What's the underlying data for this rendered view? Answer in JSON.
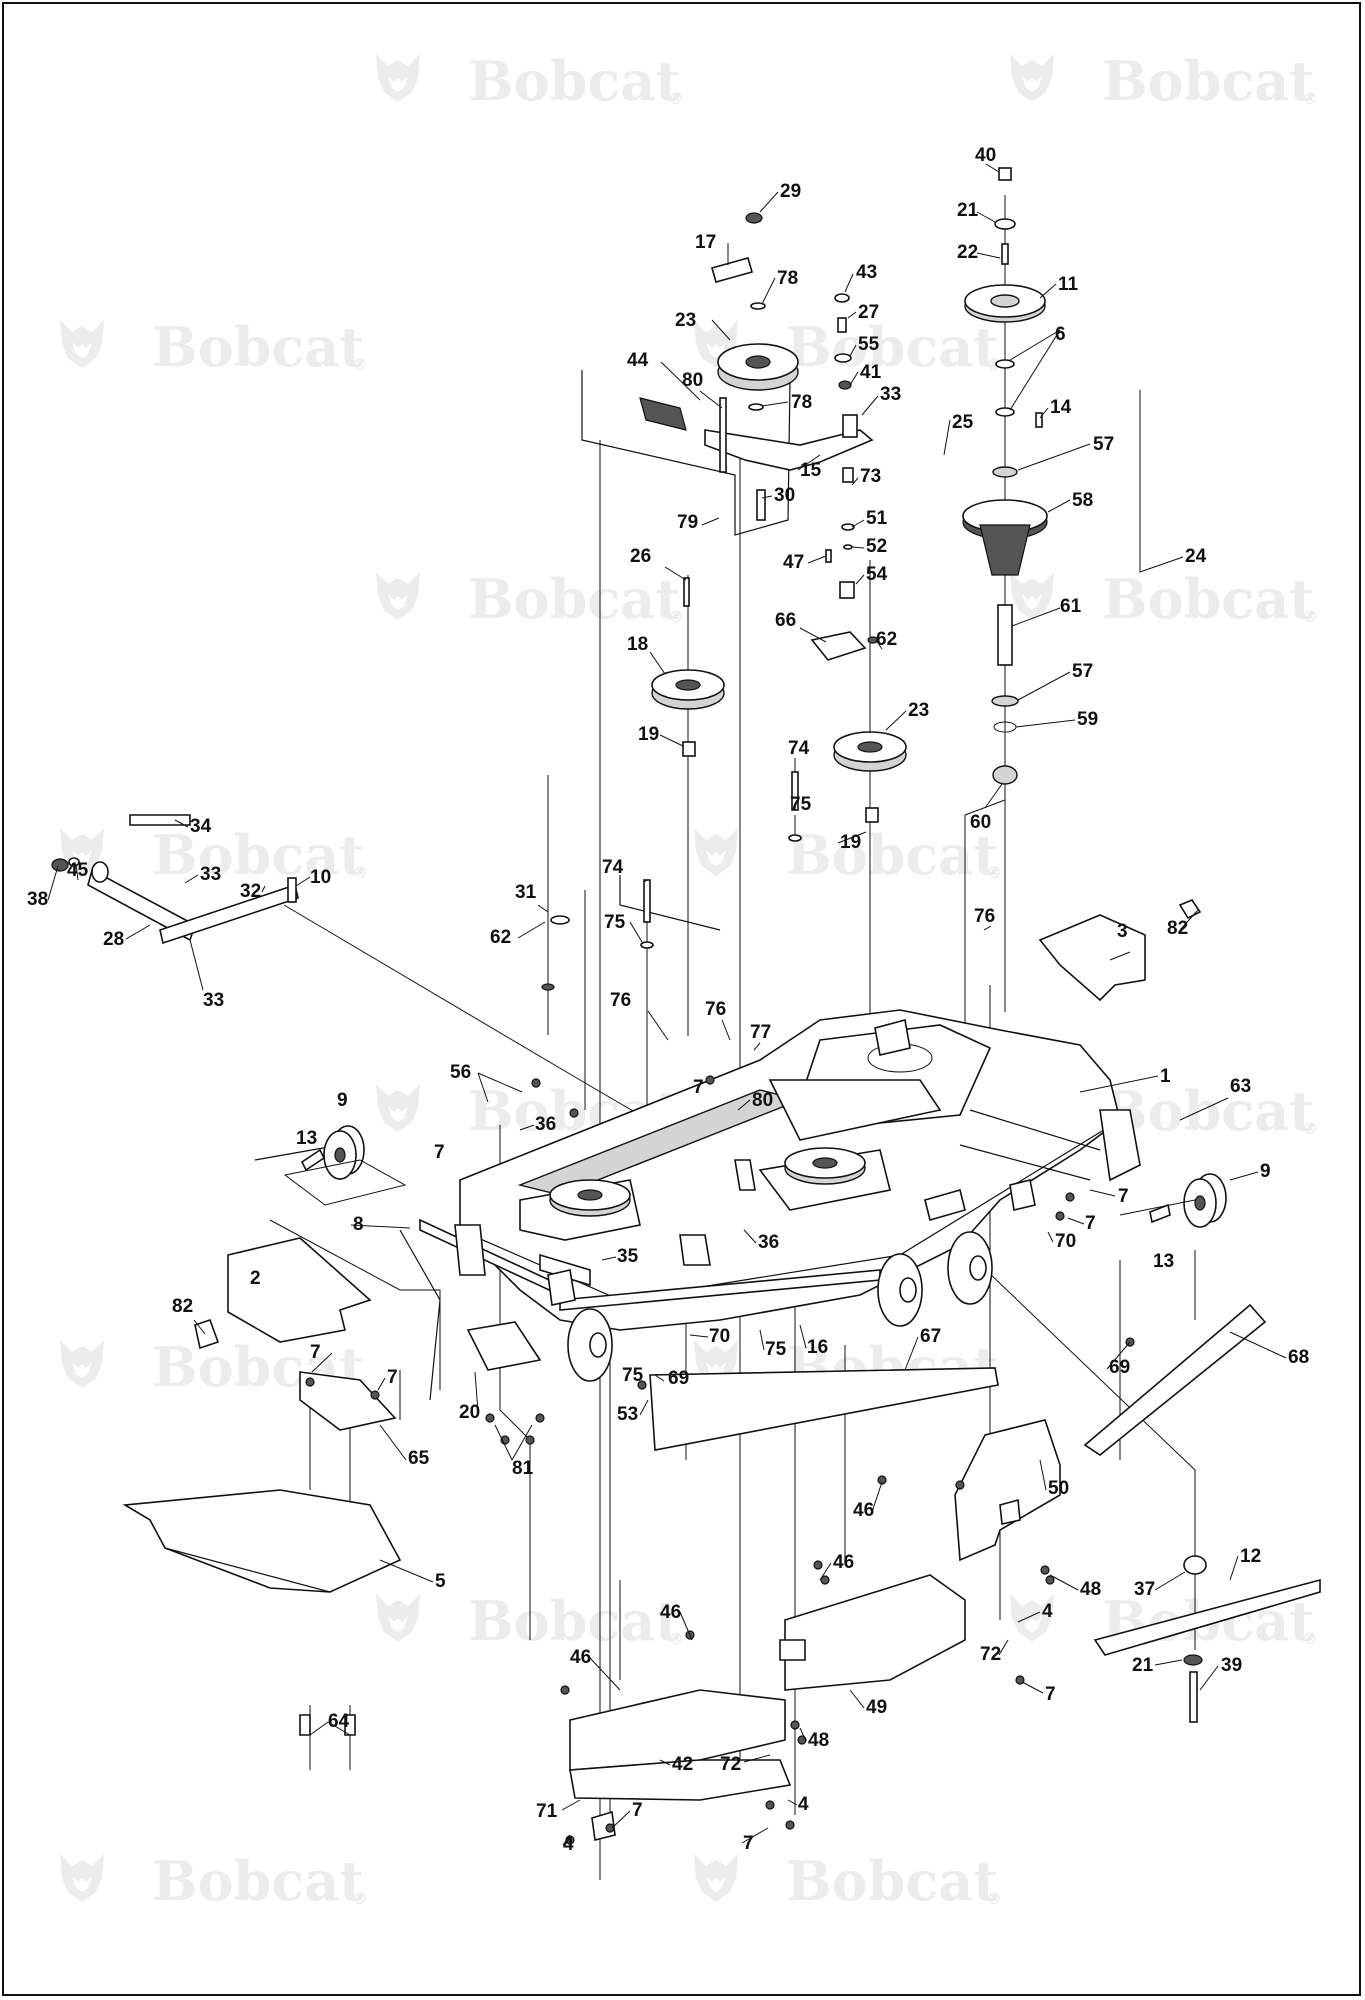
{
  "watermark": {
    "brand_text": "Bobcat",
    "mark": "®"
  },
  "callouts": [
    {
      "id": "c40",
      "label": "40"
    },
    {
      "id": "c21a",
      "label": "21"
    },
    {
      "id": "c22",
      "label": "22"
    },
    {
      "id": "c11",
      "label": "11"
    },
    {
      "id": "c6",
      "label": "6"
    },
    {
      "id": "c14",
      "label": "14"
    },
    {
      "id": "c57a",
      "label": "57"
    },
    {
      "id": "c58",
      "label": "58"
    },
    {
      "id": "c24",
      "label": "24"
    },
    {
      "id": "c61",
      "label": "61"
    },
    {
      "id": "c57b",
      "label": "57"
    },
    {
      "id": "c59",
      "label": "59"
    },
    {
      "id": "c60",
      "label": "60"
    },
    {
      "id": "c29",
      "label": "29"
    },
    {
      "id": "c17",
      "label": "17"
    },
    {
      "id": "c78a",
      "label": "78"
    },
    {
      "id": "c43",
      "label": "43"
    },
    {
      "id": "c27",
      "label": "27"
    },
    {
      "id": "c23a",
      "label": "23"
    },
    {
      "id": "c55",
      "label": "55"
    },
    {
      "id": "c41",
      "label": "41"
    },
    {
      "id": "c44",
      "label": "44"
    },
    {
      "id": "c80a",
      "label": "80"
    },
    {
      "id": "c78b",
      "label": "78"
    },
    {
      "id": "c33a",
      "label": "33"
    },
    {
      "id": "c25",
      "label": "25"
    },
    {
      "id": "c15",
      "label": "15"
    },
    {
      "id": "c73",
      "label": "73"
    },
    {
      "id": "c79",
      "label": "79"
    },
    {
      "id": "c30",
      "label": "30"
    },
    {
      "id": "c51",
      "label": "51"
    },
    {
      "id": "c52",
      "label": "52"
    },
    {
      "id": "c47",
      "label": "47"
    },
    {
      "id": "c54",
      "label": "54"
    },
    {
      "id": "c26",
      "label": "26"
    },
    {
      "id": "c66",
      "label": "66"
    },
    {
      "id": "c62a",
      "label": "62"
    },
    {
      "id": "c18",
      "label": "18"
    },
    {
      "id": "c23b",
      "label": "23"
    },
    {
      "id": "c19a",
      "label": "19"
    },
    {
      "id": "c74a",
      "label": "74"
    },
    {
      "id": "c75a",
      "label": "75"
    },
    {
      "id": "c19b",
      "label": "19"
    },
    {
      "id": "c34",
      "label": "34"
    },
    {
      "id": "c45",
      "label": "45"
    },
    {
      "id": "c33b",
      "label": "33"
    },
    {
      "id": "c32",
      "label": "32"
    },
    {
      "id": "c10",
      "label": "10"
    },
    {
      "id": "c38",
      "label": "38"
    },
    {
      "id": "c28",
      "label": "28"
    },
    {
      "id": "c33c",
      "label": "33"
    },
    {
      "id": "c74b",
      "label": "74"
    },
    {
      "id": "c31",
      "label": "31"
    },
    {
      "id": "c75b",
      "label": "75"
    },
    {
      "id": "c62b",
      "label": "62"
    },
    {
      "id": "c76a",
      "label": "76"
    },
    {
      "id": "c82a",
      "label": "82"
    },
    {
      "id": "c3",
      "label": "3"
    },
    {
      "id": "c76b",
      "label": "76"
    },
    {
      "id": "c76c",
      "label": "76"
    },
    {
      "id": "c77",
      "label": "77"
    },
    {
      "id": "c7a",
      "label": "7"
    },
    {
      "id": "c1",
      "label": "1"
    },
    {
      "id": "c63",
      "label": "63"
    },
    {
      "id": "c56",
      "label": "56"
    },
    {
      "id": "c36a",
      "label": "36"
    },
    {
      "id": "c80b",
      "label": "80"
    },
    {
      "id": "c9a",
      "label": "9"
    },
    {
      "id": "c13a",
      "label": "13"
    },
    {
      "id": "c7b",
      "label": "7"
    },
    {
      "id": "c9b",
      "label": "9"
    },
    {
      "id": "c7c",
      "label": "7"
    },
    {
      "id": "c7d",
      "label": "7"
    },
    {
      "id": "c70a",
      "label": "70"
    },
    {
      "id": "c13b",
      "label": "13"
    },
    {
      "id": "c8",
      "label": "8"
    },
    {
      "id": "c36b",
      "label": "36"
    },
    {
      "id": "c35",
      "label": "35"
    },
    {
      "id": "c2",
      "label": "2"
    },
    {
      "id": "c70b",
      "label": "70"
    },
    {
      "id": "c75c",
      "label": "75"
    },
    {
      "id": "c16",
      "label": "16"
    },
    {
      "id": "c67",
      "label": "67"
    },
    {
      "id": "c68",
      "label": "68"
    },
    {
      "id": "c82b",
      "label": "82"
    },
    {
      "id": "c7e",
      "label": "7"
    },
    {
      "id": "c7f",
      "label": "7"
    },
    {
      "id": "c75d",
      "label": "75"
    },
    {
      "id": "c69a",
      "label": "69"
    },
    {
      "id": "c69b",
      "label": "69"
    },
    {
      "id": "c53",
      "label": "53"
    },
    {
      "id": "c20",
      "label": "20"
    },
    {
      "id": "c65",
      "label": "65"
    },
    {
      "id": "c81",
      "label": "81"
    },
    {
      "id": "c50",
      "label": "50"
    },
    {
      "id": "c46a",
      "label": "46"
    },
    {
      "id": "c5",
      "label": "5"
    },
    {
      "id": "c46b",
      "label": "46"
    },
    {
      "id": "c48a",
      "label": "48"
    },
    {
      "id": "c37",
      "label": "37"
    },
    {
      "id": "c12",
      "label": "12"
    },
    {
      "id": "c4a",
      "label": "4"
    },
    {
      "id": "c72a",
      "label": "72"
    },
    {
      "id": "c46c",
      "label": "46"
    },
    {
      "id": "c46d",
      "label": "46"
    },
    {
      "id": "c21b",
      "label": "21"
    },
    {
      "id": "c39",
      "label": "39"
    },
    {
      "id": "c7g",
      "label": "7"
    },
    {
      "id": "c49",
      "label": "49"
    },
    {
      "id": "c64",
      "label": "64"
    },
    {
      "id": "c48b",
      "label": "48"
    },
    {
      "id": "c42",
      "label": "42"
    },
    {
      "id": "c72b",
      "label": "72"
    },
    {
      "id": "c71",
      "label": "71"
    },
    {
      "id": "c7h",
      "label": "7"
    },
    {
      "id": "c4b",
      "label": "4"
    },
    {
      "id": "c4c",
      "label": "4"
    },
    {
      "id": "c7i",
      "label": "7"
    }
  ]
}
